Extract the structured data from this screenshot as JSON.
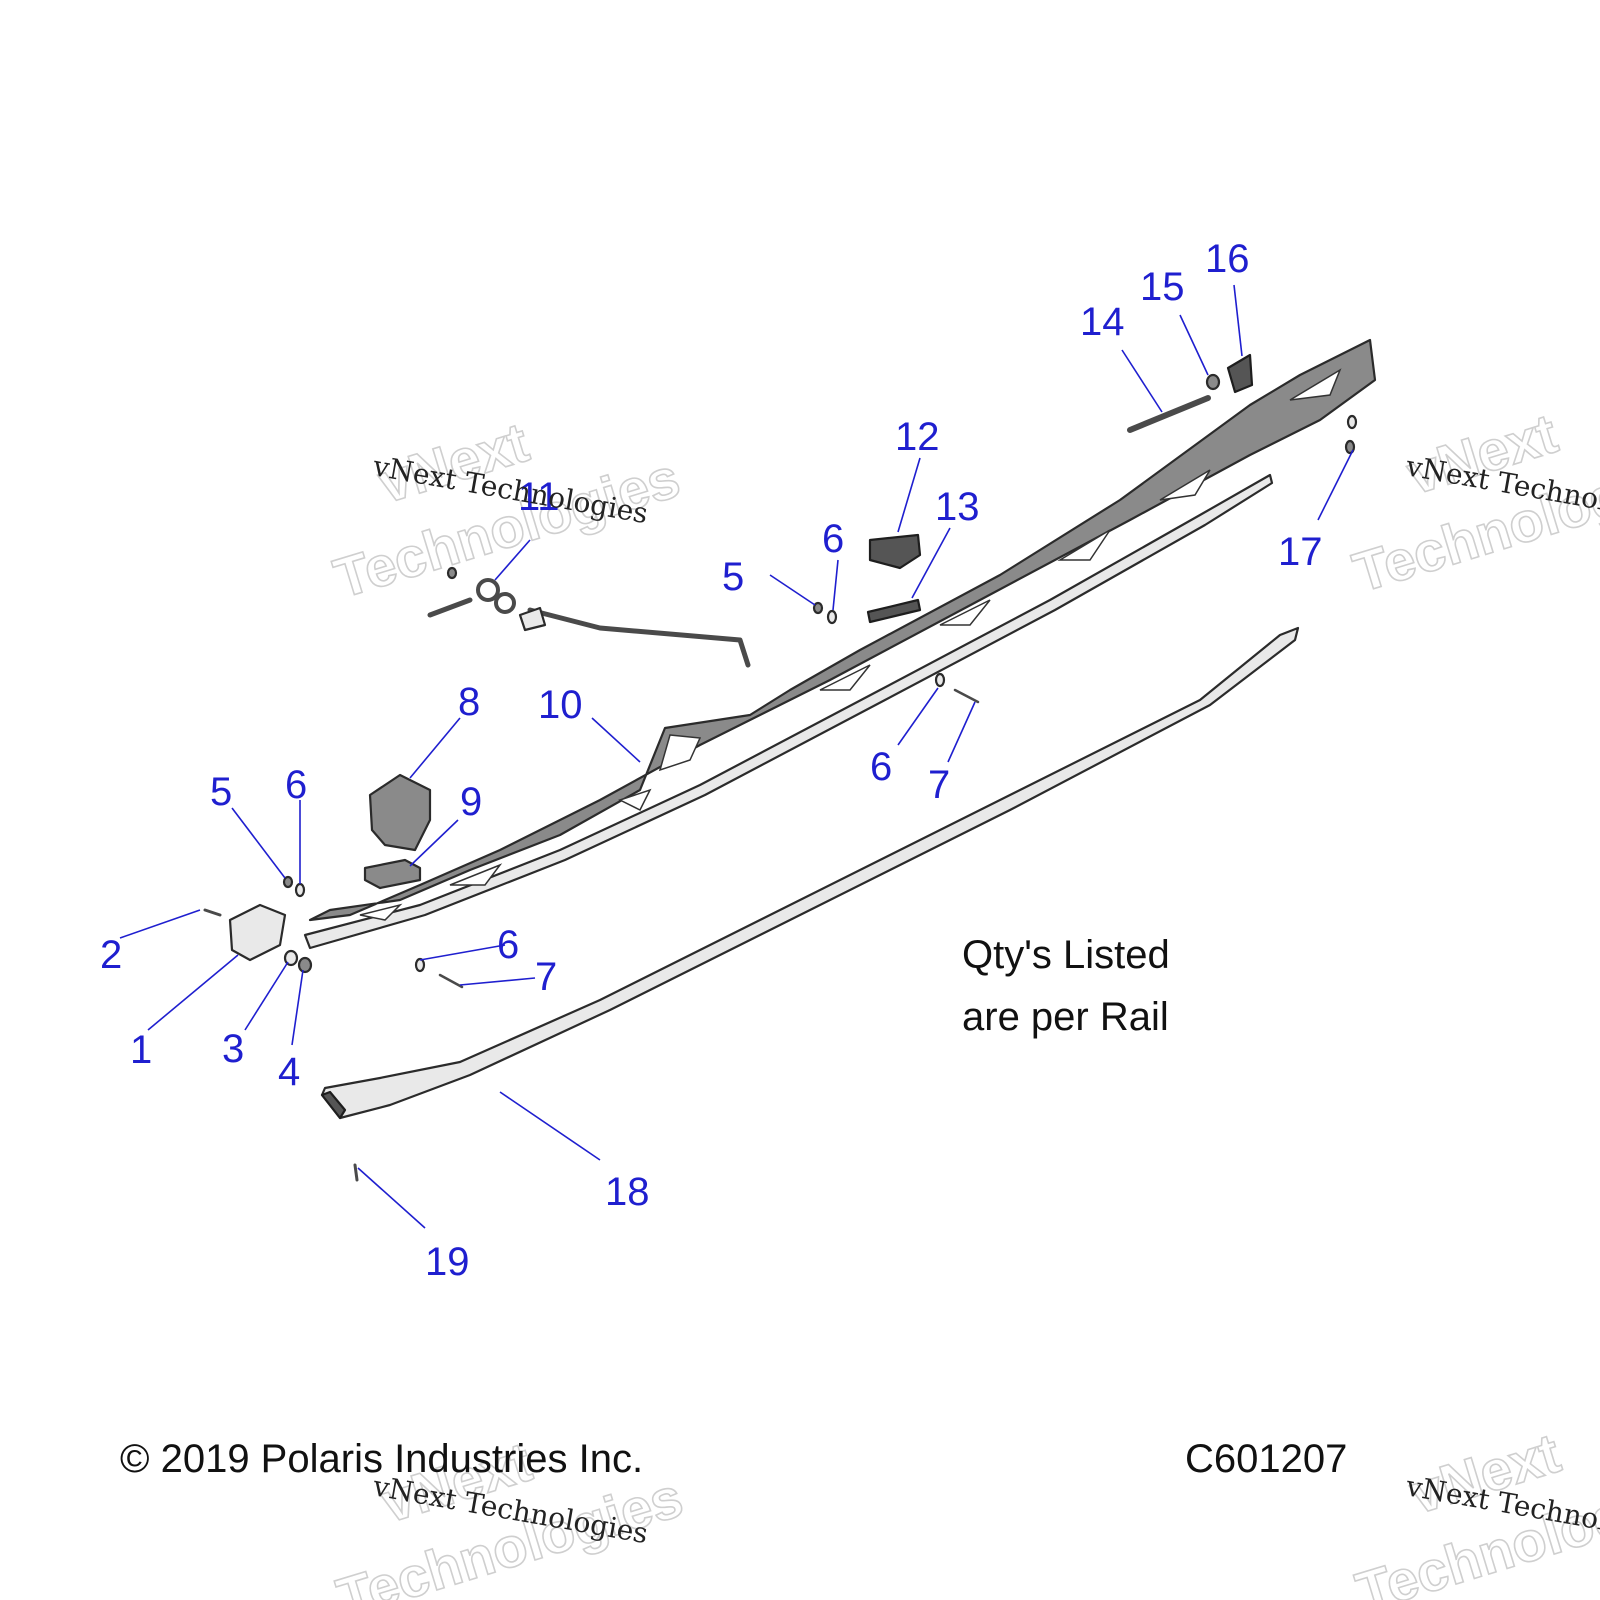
{
  "diagram": {
    "callouts": [
      "1",
      "2",
      "3",
      "4",
      "5",
      "6",
      "7",
      "8",
      "9",
      "10",
      "11",
      "12",
      "13",
      "14",
      "15",
      "16",
      "17",
      "18",
      "19"
    ],
    "callouts_repeated": [
      "5",
      "6",
      "6",
      "6",
      "7"
    ],
    "note_line1": "Qty's Listed",
    "note_line2": "are per Rail",
    "copyright": "© 2019 Polaris Industries Inc.",
    "figure_code": "C601207"
  },
  "watermark": {
    "mono_text": "vNext Technologies",
    "outline_line1": "vNext",
    "outline_line2": "Technologies"
  },
  "colors": {
    "callout": "#1f1fcf",
    "part_fill": "#8a8a8a",
    "watermark_outline": "#cfcfcf"
  }
}
